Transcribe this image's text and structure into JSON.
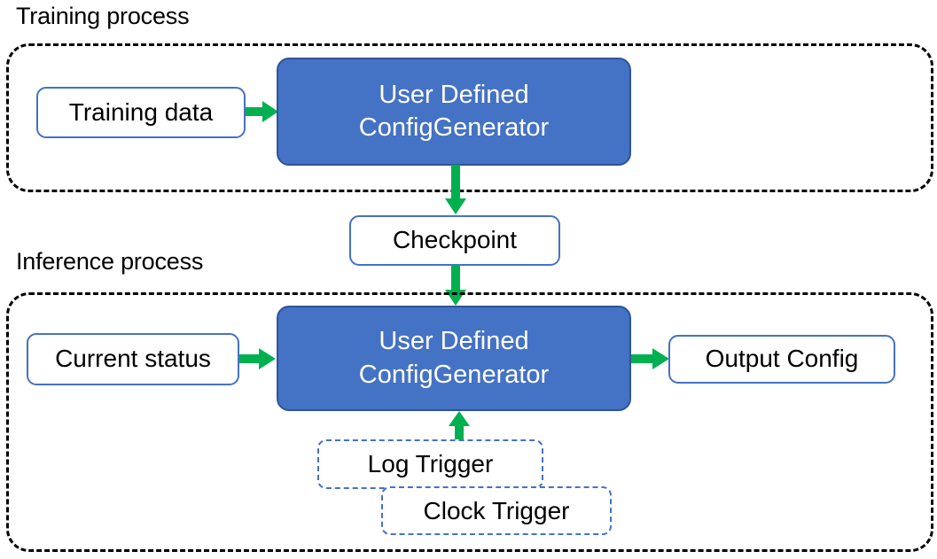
{
  "diagram": {
    "title_training": "Training process",
    "title_inference": "Inference process",
    "colors": {
      "process_fill": "#4472C4",
      "process_border": "#2F5496",
      "node_border": "#4472C4",
      "arrow": "#00B050",
      "group_border": "#000000",
      "text": "#000000",
      "process_text": "#FFFFFF"
    },
    "training": {
      "group_label": "Training process",
      "input": "Training data",
      "process_line1": "User Defined",
      "process_line2": "ConfigGenerator"
    },
    "checkpoint": "Checkpoint",
    "inference": {
      "group_label": "Inference process",
      "input": "Current status",
      "process_line1": "User Defined",
      "process_line2": "ConfigGenerator",
      "output": "Output Config",
      "triggers": [
        "Log Trigger",
        "Clock Trigger"
      ]
    },
    "arrows": [
      {
        "name": "training-data-to-generator",
        "from": "Training data",
        "to": "User Defined ConfigGenerator",
        "direction": "right"
      },
      {
        "name": "generator-to-checkpoint",
        "from": "User Defined ConfigGenerator",
        "to": "Checkpoint",
        "direction": "down"
      },
      {
        "name": "checkpoint-to-generator",
        "from": "Checkpoint",
        "to": "User Defined ConfigGenerator",
        "direction": "down"
      },
      {
        "name": "current-status-to-generator",
        "from": "Current status",
        "to": "User Defined ConfigGenerator",
        "direction": "right"
      },
      {
        "name": "generator-to-output-config",
        "from": "User Defined ConfigGenerator",
        "to": "Output Config",
        "direction": "right"
      },
      {
        "name": "triggers-to-generator",
        "from": "Log Trigger / Clock Trigger",
        "to": "User Defined ConfigGenerator",
        "direction": "up"
      }
    ]
  }
}
